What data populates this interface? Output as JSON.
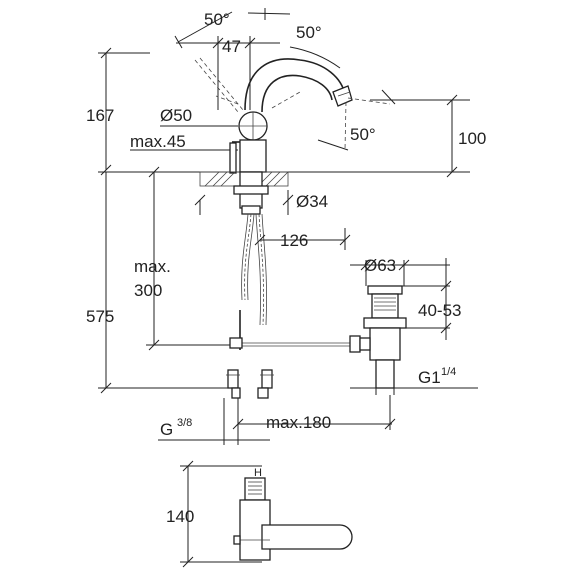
{
  "labels": {
    "angle_top_left": "50°",
    "angle_top_right": "50°",
    "angle_right": "50°",
    "width_47": "47",
    "diameter_50": "Ø50",
    "max_45": "max.45",
    "height_167": "167",
    "height_100": "100",
    "diameter_34": "Ø34",
    "reach_126": "126",
    "diameter_63": "Ø63",
    "range_40_53": "40-53",
    "max_300_line1": "max.",
    "max_300_line2": "300",
    "height_575": "575",
    "thread_g1": "G1",
    "thread_g1_frac": "1/4",
    "thread_g38": "G",
    "thread_g38_frac": "3/8",
    "max_180": "max.180",
    "height_140": "140"
  }
}
